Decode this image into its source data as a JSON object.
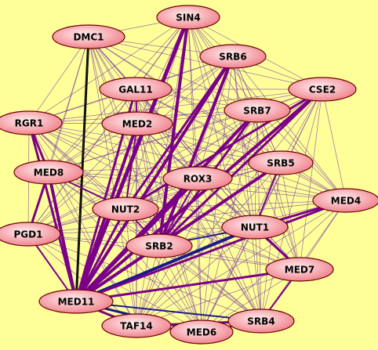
{
  "colors": {
    "background": "#ffff99",
    "edge_weak": "#7a3aa0",
    "edge_purple": "#7b0088",
    "edge_blue": "#1a1a8c",
    "edge_black": "#111111",
    "node_fill_center": "#fff0f0",
    "node_fill_edge": "#f07a86",
    "node_stroke": "#6b0000"
  },
  "nodes": [
    {
      "id": "SIN4",
      "label": "SIN4"
    },
    {
      "id": "DMC1",
      "label": "DMC1"
    },
    {
      "id": "SRB6",
      "label": "SRB6"
    },
    {
      "id": "GAL11",
      "label": "GAL11"
    },
    {
      "id": "CSE2",
      "label": "CSE2"
    },
    {
      "id": "SRB7",
      "label": "SRB7"
    },
    {
      "id": "RGR1",
      "label": "RGR1"
    },
    {
      "id": "MED2",
      "label": "MED2"
    },
    {
      "id": "SRB5",
      "label": "SRB5"
    },
    {
      "id": "MED8",
      "label": "MED8"
    },
    {
      "id": "ROX3",
      "label": "ROX3"
    },
    {
      "id": "MED4",
      "label": "MED4"
    },
    {
      "id": "NUT2",
      "label": "NUT2"
    },
    {
      "id": "NUT1",
      "label": "NUT1"
    },
    {
      "id": "PGD1",
      "label": "PGD1"
    },
    {
      "id": "SRB2",
      "label": "SRB2"
    },
    {
      "id": "MED7",
      "label": "MED7"
    },
    {
      "id": "MED11",
      "label": "MED11"
    },
    {
      "id": "SRB4",
      "label": "SRB4"
    },
    {
      "id": "TAF14",
      "label": "TAF14"
    },
    {
      "id": "MED6",
      "label": "MED6"
    }
  ],
  "strong_edges": [
    {
      "source": "DMC1",
      "target": "MED11",
      "kind": "black",
      "weight": 3
    },
    {
      "source": "NUT1",
      "target": "MED11",
      "kind": "blue",
      "weight": 4
    },
    {
      "source": "SRB2",
      "target": "MED11",
      "kind": "blue",
      "weight": 3
    },
    {
      "source": "MED11",
      "target": "MED6",
      "kind": "blue",
      "weight": 3
    },
    {
      "source": "MED11",
      "target": "SRB4",
      "kind": "blue",
      "weight": 2
    },
    {
      "source": "SIN4",
      "target": "MED11",
      "kind": "purple",
      "weight": 5
    },
    {
      "source": "SRB6",
      "target": "MED11",
      "kind": "purple",
      "weight": 4
    },
    {
      "source": "CSE2",
      "target": "MED11",
      "kind": "purple",
      "weight": 4
    },
    {
      "source": "SRB7",
      "target": "MED11",
      "kind": "purple",
      "weight": 4
    },
    {
      "source": "SRB5",
      "target": "MED11",
      "kind": "purple",
      "weight": 4
    },
    {
      "source": "MED2",
      "target": "MED11",
      "kind": "purple",
      "weight": 4
    },
    {
      "source": "GAL11",
      "target": "MED11",
      "kind": "purple",
      "weight": 3
    },
    {
      "source": "ROX3",
      "target": "MED11",
      "kind": "purple",
      "weight": 4
    },
    {
      "source": "NUT2",
      "target": "MED11",
      "kind": "purple",
      "weight": 3
    },
    {
      "source": "MED8",
      "target": "MED11",
      "kind": "purple",
      "weight": 4
    },
    {
      "source": "RGR1",
      "target": "MED11",
      "kind": "purple",
      "weight": 3
    },
    {
      "source": "PGD1",
      "target": "MED11",
      "kind": "purple",
      "weight": 2
    },
    {
      "source": "MED4",
      "target": "MED11",
      "kind": "purple",
      "weight": 3
    },
    {
      "source": "MED7",
      "target": "MED11",
      "kind": "purple",
      "weight": 3
    },
    {
      "source": "TAF14",
      "target": "MED11",
      "kind": "purple",
      "weight": 3
    },
    {
      "source": "SIN4",
      "target": "SRB2",
      "kind": "purple",
      "weight": 4
    },
    {
      "source": "SRB6",
      "target": "SRB2",
      "kind": "purple",
      "weight": 4
    },
    {
      "source": "SRB6",
      "target": "NUT2",
      "kind": "purple",
      "weight": 3
    },
    {
      "source": "CSE2",
      "target": "NUT2",
      "kind": "purple",
      "weight": 3
    },
    {
      "source": "CSE2",
      "target": "SRB2",
      "kind": "purple",
      "weight": 3
    },
    {
      "source": "SRB7",
      "target": "SRB2",
      "kind": "purple",
      "weight": 3
    },
    {
      "source": "MED4",
      "target": "NUT1",
      "kind": "purple",
      "weight": 3
    },
    {
      "source": "NUT1",
      "target": "MED7",
      "kind": "purple",
      "weight": 3
    },
    {
      "source": "MED7",
      "target": "SRB4",
      "kind": "purple",
      "weight": 2
    },
    {
      "source": "SRB4",
      "target": "TAF14",
      "kind": "purple",
      "weight": 3
    },
    {
      "source": "SRB4",
      "target": "MED6",
      "kind": "purple",
      "weight": 2
    },
    {
      "source": "MED6",
      "target": "TAF14",
      "kind": "purple",
      "weight": 2
    },
    {
      "source": "RGR1",
      "target": "MED8",
      "kind": "purple",
      "weight": 3
    },
    {
      "source": "MED8",
      "target": "NUT2",
      "kind": "purple",
      "weight": 2
    },
    {
      "source": "MED8",
      "target": "PGD1",
      "kind": "purple",
      "weight": 3
    },
    {
      "source": "GAL11",
      "target": "MED2",
      "kind": "purple",
      "weight": 2
    },
    {
      "source": "MED2",
      "target": "NUT2",
      "kind": "purple",
      "weight": 2
    },
    {
      "source": "NUT2",
      "target": "SRB2",
      "kind": "purple",
      "weight": 2
    },
    {
      "source": "SRB5",
      "target": "NUT1",
      "kind": "purple",
      "weight": 2
    },
    {
      "source": "NUT1",
      "target": "SRB2",
      "kind": "blue",
      "weight": 2
    },
    {
      "source": "ROX3",
      "target": "SRB2",
      "kind": "purple",
      "weight": 2
    }
  ]
}
